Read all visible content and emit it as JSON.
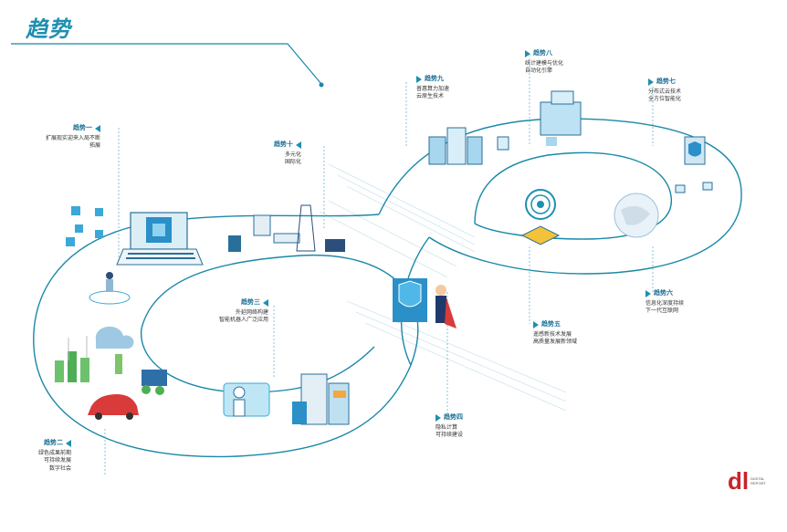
{
  "title": "趋势",
  "trends": [
    {
      "id": "t1",
      "heading": "趋势一",
      "lines": [
        "扩展现实迎来入局不断",
        "拓展"
      ]
    },
    {
      "id": "t2",
      "heading": "趋势二",
      "lines": [
        "绿色成果前期",
        "可持续发展",
        "数字社会"
      ]
    },
    {
      "id": "t3",
      "heading": "趋势三",
      "lines": [
        "外延网络构建",
        "智能机器人广泛应用"
      ]
    },
    {
      "id": "t4",
      "heading": "趋势四",
      "lines": [
        "隐私计算",
        "可持续建设"
      ]
    },
    {
      "id": "t5",
      "heading": "趋势五",
      "lines": [
        "遥感新技术发展",
        "高质量发展新领域"
      ]
    },
    {
      "id": "t6",
      "heading": "趋势六",
      "lines": [
        "信息化深度持续",
        "下一代互联网"
      ]
    },
    {
      "id": "t7",
      "heading": "趋势七",
      "lines": [
        "分布式云技术",
        "全方位智能化"
      ]
    },
    {
      "id": "t8",
      "heading": "趋势八",
      "lines": [
        "统计建模与优化",
        "自动化引擎"
      ]
    },
    {
      "id": "t9",
      "heading": "趋势九",
      "lines": [
        "普惠算力加速",
        "云原生技术"
      ]
    },
    {
      "id": "t10",
      "heading": "趋势十",
      "lines": [
        "多元化",
        "国际化"
      ]
    }
  ],
  "logo": {
    "mark": "dl",
    "sub1": "DIGITAL",
    "sub2": "REPORT"
  },
  "colors": {
    "accent": "#1f8fb0",
    "line": "#1a88a8",
    "logo": "#c7242b"
  }
}
